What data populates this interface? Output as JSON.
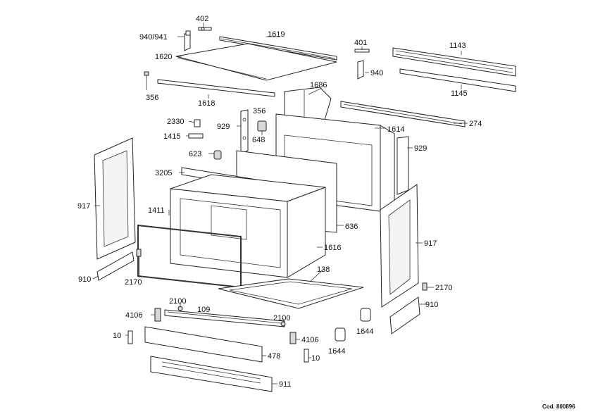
{
  "diagram": {
    "labels": {
      "p402": "402",
      "p940_941": "940/941",
      "p1619": "1619",
      "p401": "401",
      "p1143": "1143",
      "p1620": "1620",
      "p940": "940",
      "p356_a": "356",
      "p1686": "1686",
      "p1145": "1145",
      "p1618": "1618",
      "p356_b": "356",
      "p2330": "2330",
      "p929_a": "929",
      "p274": "274",
      "p1614": "1614",
      "p1415": "1415",
      "p648": "648",
      "p929_b": "929",
      "p623": "623",
      "p3205": "3205",
      "p917_a": "917",
      "p1411": "1411",
      "p636": "636",
      "p917_b": "917",
      "p1616": "1616",
      "p910_a": "910",
      "p2170_a": "2170",
      "p138": "138",
      "p2170_b": "2170",
      "p2100_a": "2100",
      "p910_b": "910",
      "p4106_a": "4106",
      "p109": "109",
      "p2100_b": "2100",
      "p1644_a": "1644",
      "p10_a": "10",
      "p4106_b": "4106",
      "p1644_b": "1644",
      "p478": "478",
      "p10_b": "10",
      "p911": "911"
    },
    "code": "Cod. 800896"
  }
}
